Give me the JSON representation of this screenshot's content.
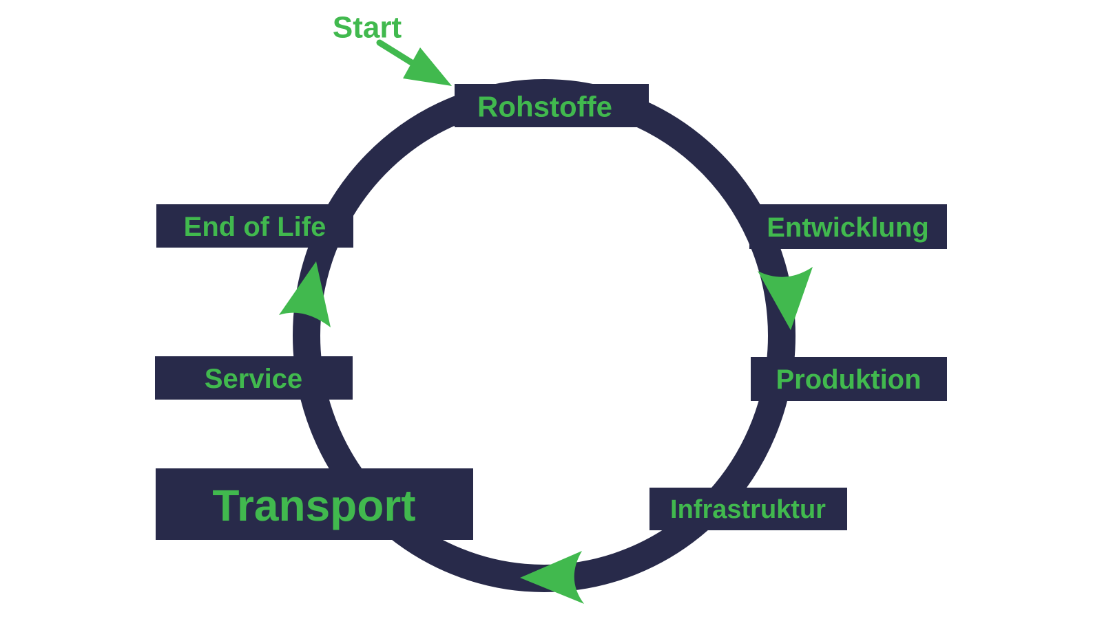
{
  "diagram": {
    "type": "cycle",
    "flow_direction": "clockwise",
    "start_label": "Start",
    "nodes": [
      {
        "label": "Rohstoffe",
        "position": "top"
      },
      {
        "label": "Entwicklung",
        "position": "right-upper"
      },
      {
        "label": "Produktion",
        "position": "right-middle"
      },
      {
        "label": "Infrastruktur",
        "position": "bottom-right"
      },
      {
        "label": "Transport",
        "position": "bottom-left",
        "emphasis": "large"
      },
      {
        "label": "Service",
        "position": "left-middle"
      },
      {
        "label": "End of Life",
        "position": "left-upper"
      }
    ],
    "flow_arrows": [
      {
        "name": "flow-arrow-right-side",
        "direction": "down",
        "between": [
          "Entwicklung",
          "Produktion"
        ]
      },
      {
        "name": "flow-arrow-bottom",
        "direction": "left",
        "between": [
          "Infrastruktur",
          "Transport"
        ]
      },
      {
        "name": "flow-arrow-left-side",
        "direction": "up",
        "between": [
          "Service",
          "End of Life"
        ]
      }
    ],
    "start_arrow": {
      "name": "start-arrow",
      "direction": "down-right",
      "points_to": "Rohstoffe"
    }
  },
  "colors": {
    "navy": "#282a4a",
    "green": "#41b94e",
    "background": "#ffffff"
  }
}
